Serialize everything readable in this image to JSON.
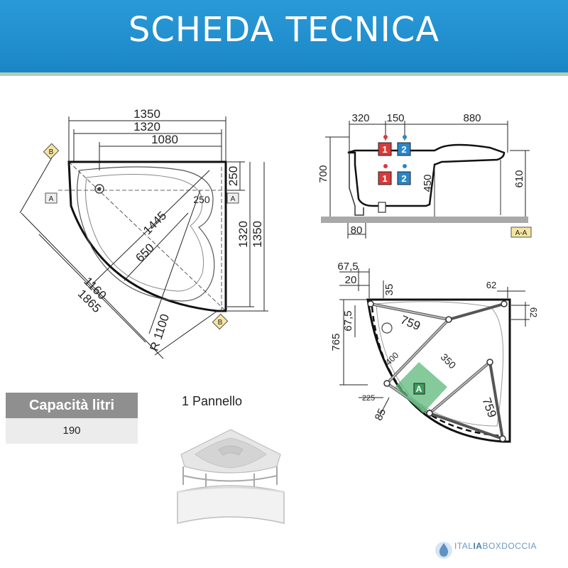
{
  "header": {
    "title": "SCHEDA TECNICA"
  },
  "top_view": {
    "dims": {
      "d1350_top": "1350",
      "d1320_top": "1320",
      "d1080": "1080",
      "d250_right": "250",
      "d250_inner": "250",
      "d1320_side": "1320",
      "d1350_side": "1350",
      "d1445": "1445",
      "d650": "650",
      "d1160": "1160",
      "d1865": "1865",
      "r1100": "R 1100"
    },
    "markers": {
      "a_left": "A",
      "a_right": "A",
      "b_top": "B",
      "b_bottom": "B"
    }
  },
  "section_view": {
    "dims": {
      "d320": "320",
      "d150": "150",
      "d880": "880",
      "d700": "700",
      "d450": "450",
      "d610": "610",
      "d80": "80"
    },
    "labels": {
      "tap1_top": "1",
      "tap2_top": "2",
      "tap1_bottom": "1",
      "tap2_bottom": "2",
      "section": "A-A"
    }
  },
  "frame_view": {
    "dims": {
      "d67_5_top": "67,5",
      "d20": "20",
      "d35": "35",
      "d62_top": "62",
      "d62_side": "62",
      "d67_5_side": "67,5",
      "d765": "765",
      "d759_top": "759",
      "d400": "400",
      "d350": "350",
      "d759_bottom": "759",
      "d225": "225",
      "d85": "85"
    },
    "labels": {
      "area_a": "A"
    }
  },
  "capacity": {
    "label": "Capacità litri",
    "value": "190"
  },
  "panel": {
    "label": "1 Pannello"
  },
  "logo": {
    "text_a": "ITAL",
    "text_b": "IA",
    "text_c": "BOXDOCCIA"
  },
  "colors": {
    "header": "#1f8fcf",
    "strip": "#b4cdb8",
    "tap1": "#d93a3a",
    "tap2": "#2a86c8",
    "area_a": "#5cb87a"
  }
}
